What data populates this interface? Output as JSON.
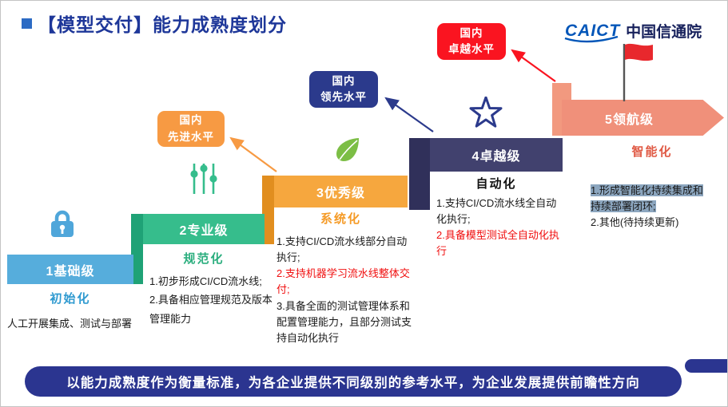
{
  "title": "【模型交付】能力成熟度划分",
  "logo": {
    "abbr": "CAICT",
    "name": "中国信通院"
  },
  "levels": [
    {
      "label": "1基础级",
      "stage": "初始化",
      "items": [
        {
          "text": "人工开展集成、测试与部署"
        }
      ]
    },
    {
      "label": "2专业级",
      "stage": "规范化",
      "items": [
        {
          "text": "1.初步形成CI/CD流水线;"
        },
        {
          "text": "2.具备相应管理规范及版本管理能力"
        }
      ]
    },
    {
      "label": "3优秀级",
      "stage": "系统化",
      "items": [
        {
          "text": "1.支持CI/CD流水线部分自动执行;"
        },
        {
          "text": "2.支持机器学习流水线整体交付;"
        },
        {
          "text": "3.具备全面的测试管理体系和配置管理能力，且部分测试支持自动化执行"
        }
      ]
    },
    {
      "label": "4卓越级",
      "stage": "自动化",
      "items": [
        {
          "text": "1.支持CI/CD流水线全自动化执行;"
        },
        {
          "text": "2.具备模型测试全自动化执行"
        }
      ]
    },
    {
      "label": "5领航级",
      "stage": "智能化",
      "items": [
        {
          "text": "1.形成智能化持续集成和持续部署闭环;"
        },
        {
          "text": "2.其他(待持续更新)"
        }
      ]
    }
  ],
  "badges": [
    {
      "line1": "国内",
      "line2": "先进水平"
    },
    {
      "line1": "国内",
      "line2": "领先水平"
    },
    {
      "line1": "国内",
      "line2": "卓越水平"
    }
  ],
  "banner": {
    "text": "以能力成熟度作为衡量标准，为各企业提供不同级别的参考水平，为企业发展提供前瞻性方向"
  },
  "icons": [
    "lock-icon",
    "sliders-icon",
    "leaf-icon",
    "star-icon",
    "flag-icon"
  ],
  "colors": {
    "title": "#1E3799",
    "level1": "#56ADDC",
    "level2": "#36BD8C",
    "level3": "#F6A73E",
    "level4": "#41416E",
    "level5": "#F0907A",
    "badge_advanced": "#F79A43",
    "badge_leading": "#2B3A8C",
    "badge_top": "#FA1420",
    "highlight": "#8CA6BF",
    "red_text": "#F00F0F",
    "banner": "#2B3590"
  }
}
